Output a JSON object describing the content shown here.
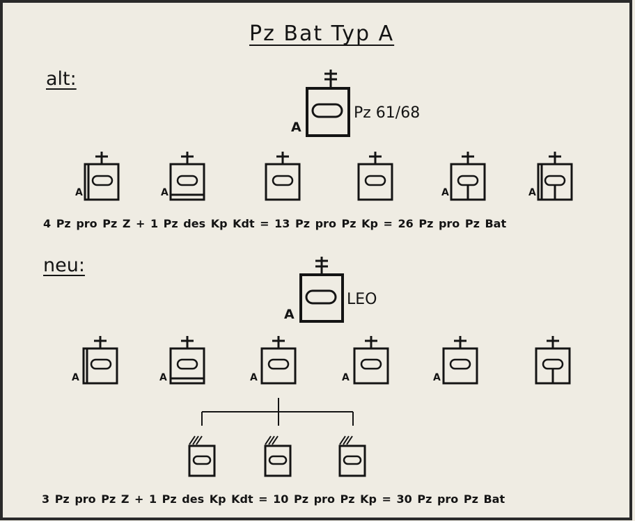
{
  "title": "Pz Bat Typ A",
  "sections": {
    "alt": {
      "label": "alt:",
      "hq_label": "Pz 61/68",
      "hq_a": "A",
      "company_a_labels": [
        "A",
        "A",
        "",
        "",
        "A",
        "A"
      ],
      "equation": "4 Pz pro Pz Z + 1 Pz des Kp Kdt   =   13 Pz pro Pz Kp   =   26 Pz pro Pz Bat"
    },
    "neu": {
      "label": "neu:",
      "hq_label": "LEO",
      "hq_a": "A",
      "company_a_labels": [
        "A",
        "A",
        "A",
        "A",
        "A",
        ""
      ],
      "equation": "3 Pz pro Pz Z + 1 Pz des Kp Kdt   =   10 Pz pro Pz Kp   =   30 Pz pro Pz Bat"
    }
  },
  "colors": {
    "ink": "#141414",
    "paper": "#efece3",
    "frame": "#2a2a2a"
  }
}
